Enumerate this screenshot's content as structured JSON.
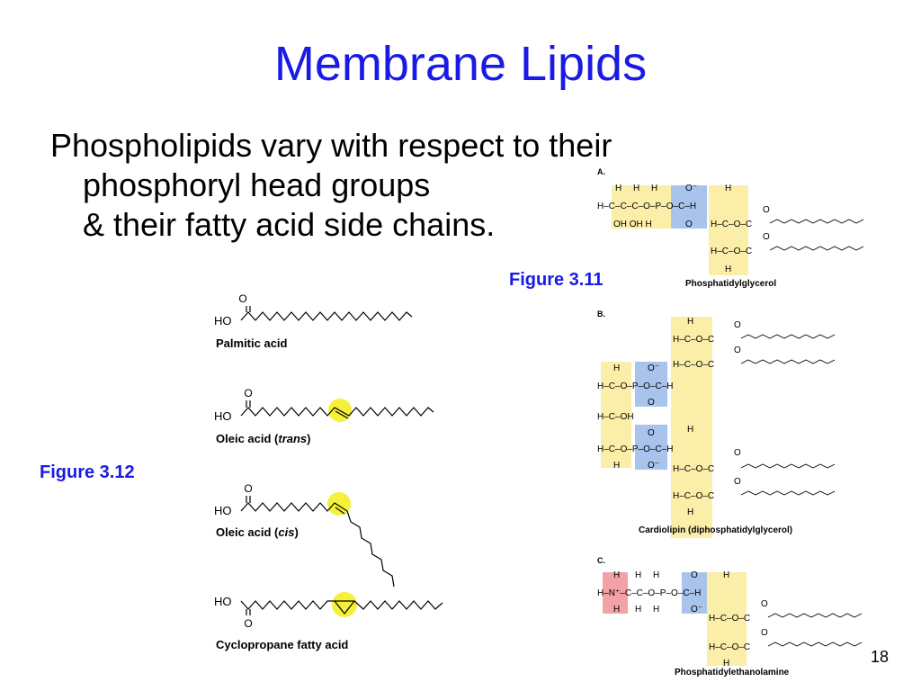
{
  "slide": {
    "title": "Membrane Lipids",
    "bullet": {
      "line1": "Phospholipids vary with respect to their",
      "line2": "phosphoryl head groups",
      "line3": "& their fatty acid side chains."
    },
    "figure_311_label": "Figure 3.11",
    "figure_312_label": "Figure 3.12",
    "page_number": "18"
  },
  "fatty_acids": {
    "palmitic": "Palmitic acid",
    "oleic_trans_prefix": "Oleic acid (",
    "oleic_trans_italic": "trans",
    "oleic_cis_prefix": "Oleic acid (",
    "oleic_cis_italic": "cis",
    "close_paren": ")",
    "cyclopropane": "Cyclopropane fatty acid",
    "ho": "HO",
    "o": "O"
  },
  "phospholipids": {
    "panel_a": "A.",
    "panel_b": "B.",
    "panel_c": "C.",
    "phosphatidylglycerol": "Phosphatidylglycerol",
    "cardiolipin": "Cardiolipin (diphosphatidylglycerol)",
    "phosphatidylethanolamine": "Phosphatidylethanolamine"
  },
  "colors": {
    "title_blue": "#1a1ae6",
    "glycerol_yellow": "#fbeea8",
    "phosphate_blue": "#a9c4ec",
    "amine_red": "#f2a3a8",
    "highlight_yellow": "#f5f03a"
  }
}
